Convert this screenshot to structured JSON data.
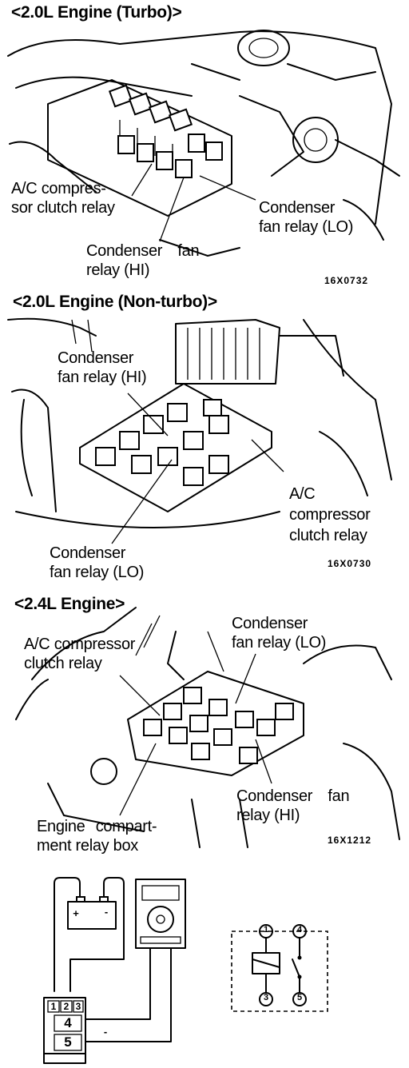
{
  "sections": [
    {
      "heading": "<2.0L Engine (Turbo)>",
      "labels": {
        "ac_line1": "A/C compres-",
        "ac_line2": "sor clutch relay",
        "lo_line1": "Condenser",
        "lo_line2": "fan relay (LO)",
        "hi_line1": "Condenser fan",
        "hi_line2": "relay (HI)"
      },
      "code": "16X0732"
    },
    {
      "heading": "<2.0L Engine (Non-turbo)>",
      "labels": {
        "hi_line1": "Condenser",
        "hi_line2": "fan relay (HI)",
        "ac_line1": "A/C",
        "ac_line2": "compressor",
        "ac_line3": "clutch relay",
        "lo_line1": "Condenser",
        "lo_line2": "fan relay (LO)"
      },
      "code": "16X0730"
    },
    {
      "heading": "<2.4L Engine>",
      "labels": {
        "ac_line1": "A/C compressor",
        "ac_line2": "clutch relay",
        "lo_line1": "Condenser",
        "lo_line2": "fan relay (LO)",
        "hi_line1": "Condenser fan",
        "hi_line2": "relay (HI)",
        "box_line1": "Engine compart-",
        "box_line2": "ment relay box"
      },
      "code": "16X1212"
    }
  ],
  "test_circuit": {
    "battery_plus": "+",
    "battery_minus": "-",
    "relay_terminals": [
      "1",
      "2",
      "3",
      "4",
      "5"
    ],
    "ground_minus": "-"
  },
  "schematic": {
    "terminals": [
      "1",
      "4",
      "3",
      "5"
    ]
  }
}
